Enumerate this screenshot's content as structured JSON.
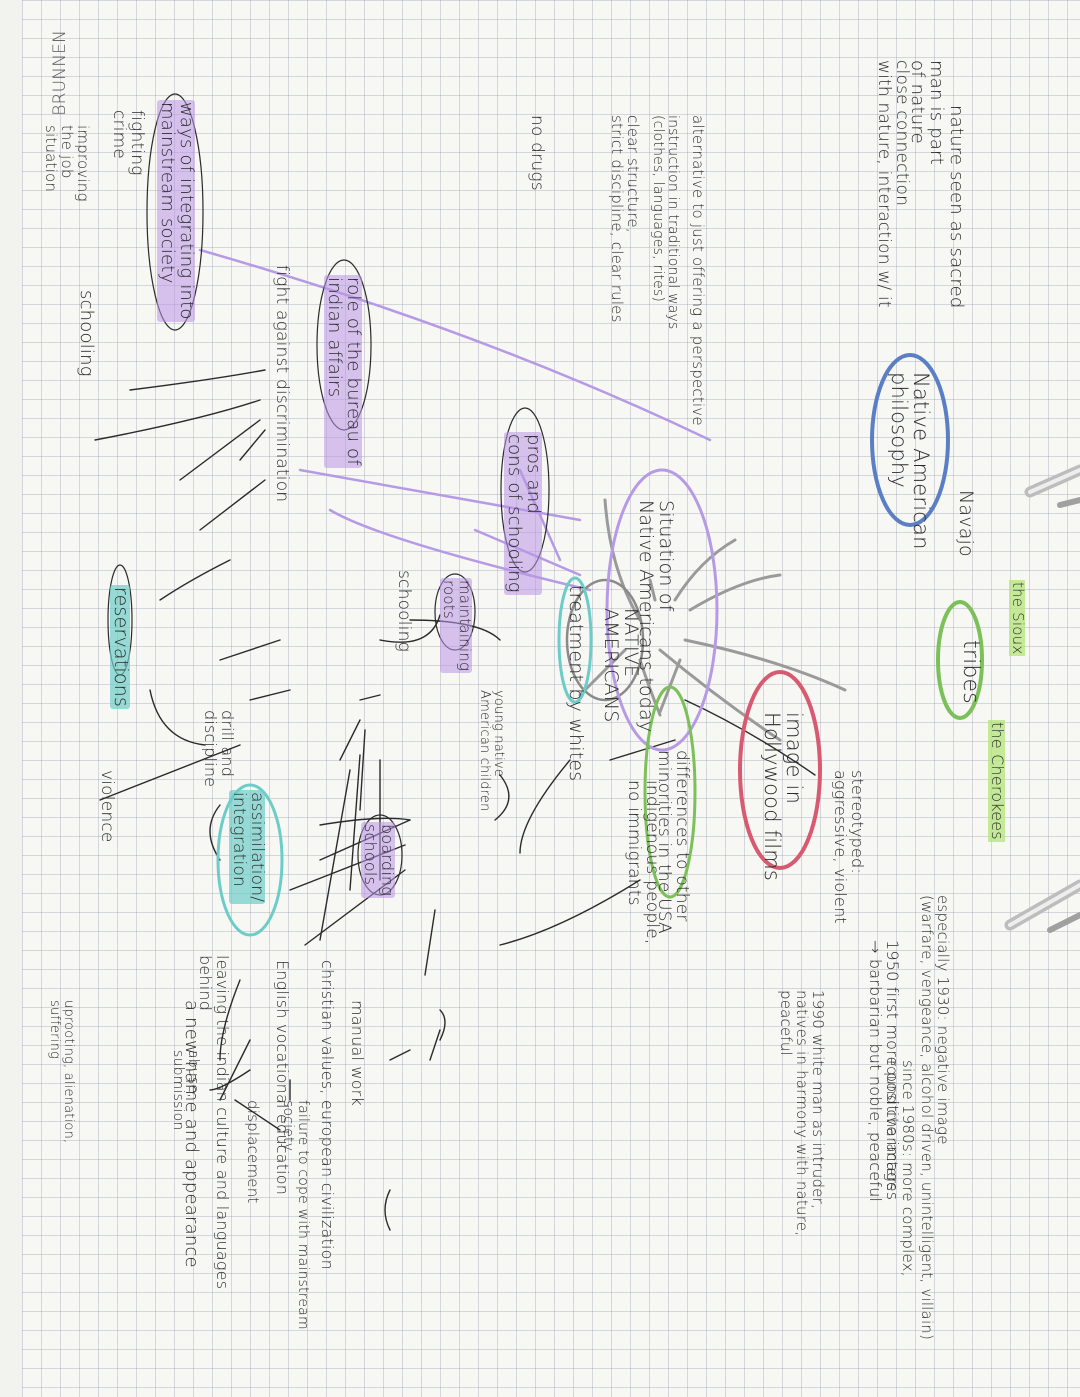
{
  "brand": "BRUNNEN",
  "center": "NATIVE\nAMERICANS",
  "branches": {
    "tribes": "tribes",
    "navajo": "Navajo",
    "sioux": "the Sioux",
    "cherokees": "the Cherokees",
    "philosophy": "Native American\nphilosophy",
    "nature_sacred": "nature seen as sacred",
    "man_part": "man is part\nof nature",
    "close_connection": "close connection\nwith nature, interaction w/ it",
    "situation": "Situation of\nNative Americans today",
    "pros_cons": "pros and\ncons of schooling",
    "instruction": "instruction in traditional ways\n(clothes, languages, rites)",
    "clear_structure": "clear structure,\nstrict discipline, clear rules",
    "alternative": "alternative to just offering a perspective",
    "no_drugs": "no drugs",
    "bureau": "role of the bureau of\nindian affairs",
    "fight": "fight against discrimination",
    "ways_integrating": "ways of integrating into\nmainstream society",
    "schooling_left": "schooling",
    "fighting_crime": "fighting\ncrime",
    "improving": "improving\nthe job\nsituation",
    "maintaining": "maintaining\nroots",
    "schooling_mid": "schooling",
    "young_children": "young native\nAmerican children",
    "assimilation": "assimilation/\nintegration",
    "boarding": "boarding\nschools",
    "drill": "drill and\ndiscipline",
    "leaving": "leaving the indian culture and languages\nbehind",
    "new_name": "a new name and appearance",
    "vocational": "English vocational education",
    "christian": "christian values, european civilization",
    "manual": "manual work",
    "treatment": "treatment by whites",
    "reservations": "reservations",
    "violence": "violence",
    "uprooting": "uprooting, alienation,\nsuffering",
    "abuse": "abuse,\nsubmission",
    "displacement": "displacement",
    "failure": "failure to cope with mainstream\nsociety",
    "differences": "differences to other\nminorities in the USA",
    "indigenous": "indigenous people,\nno immigrants",
    "image": "image in\nHollywood films",
    "stereotyped": "stereotyped:\naggressive, violent",
    "img1930": "especially 1930: negative image\n(warfare, vengeance, alcohol driven, unintelligent, villain)",
    "img1950": "1950 first more positive images\n→ barbarian but noble, peaceful",
    "img1990": "1990 white man as intruder,\nnatives in harmony with nature,\npeaceful",
    "img1980": "since 1980s: more complex,\nround characters"
  },
  "colors": {
    "paper": "#f7f7f4",
    "grid": "#aab2c2",
    "ink": "#2b2b2b",
    "blue": "#5b7fc4",
    "green": "#7cc05a",
    "red": "#d85a70",
    "teal": "#6ccdc8",
    "purple": "#b79ae6",
    "gray_line": "#9a9a9a"
  }
}
